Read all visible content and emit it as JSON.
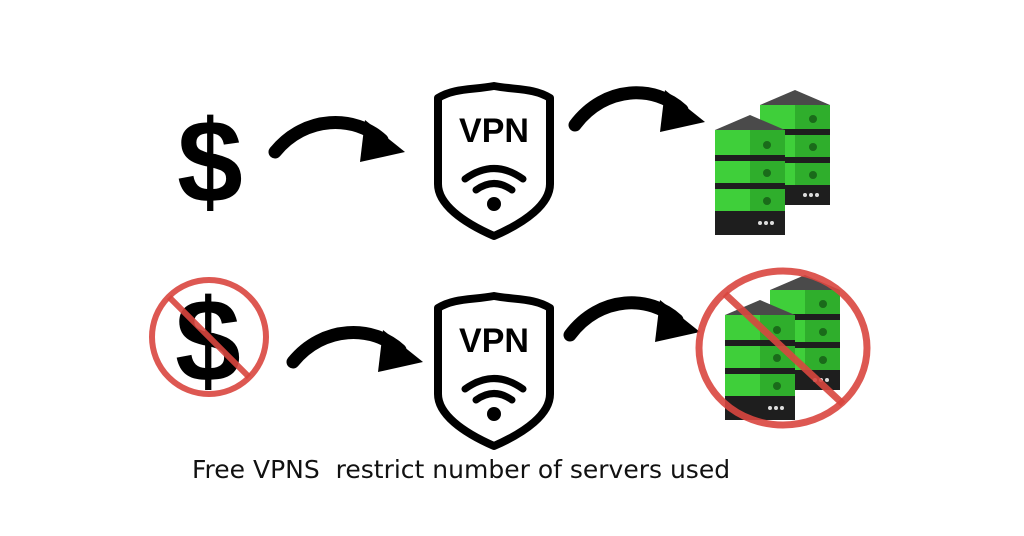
{
  "rows": [
    {
      "id": "paid",
      "currency_symbol": "$",
      "currency_prohibited": false,
      "vpn_label": "VPN",
      "servers_prohibited": false
    },
    {
      "id": "free",
      "currency_symbol": "$",
      "currency_prohibited": true,
      "vpn_label": "VPN",
      "servers_prohibited": true
    }
  ],
  "caption": "Free VPNS  restrict number of servers used",
  "colors": {
    "ink": "#000000",
    "prohibit_red": "#d9463f",
    "server_green": "#3fcf3a",
    "server_green_dark": "#2a9a2a",
    "server_top": "#4a4a4a",
    "server_band": "#1e1e1e"
  }
}
